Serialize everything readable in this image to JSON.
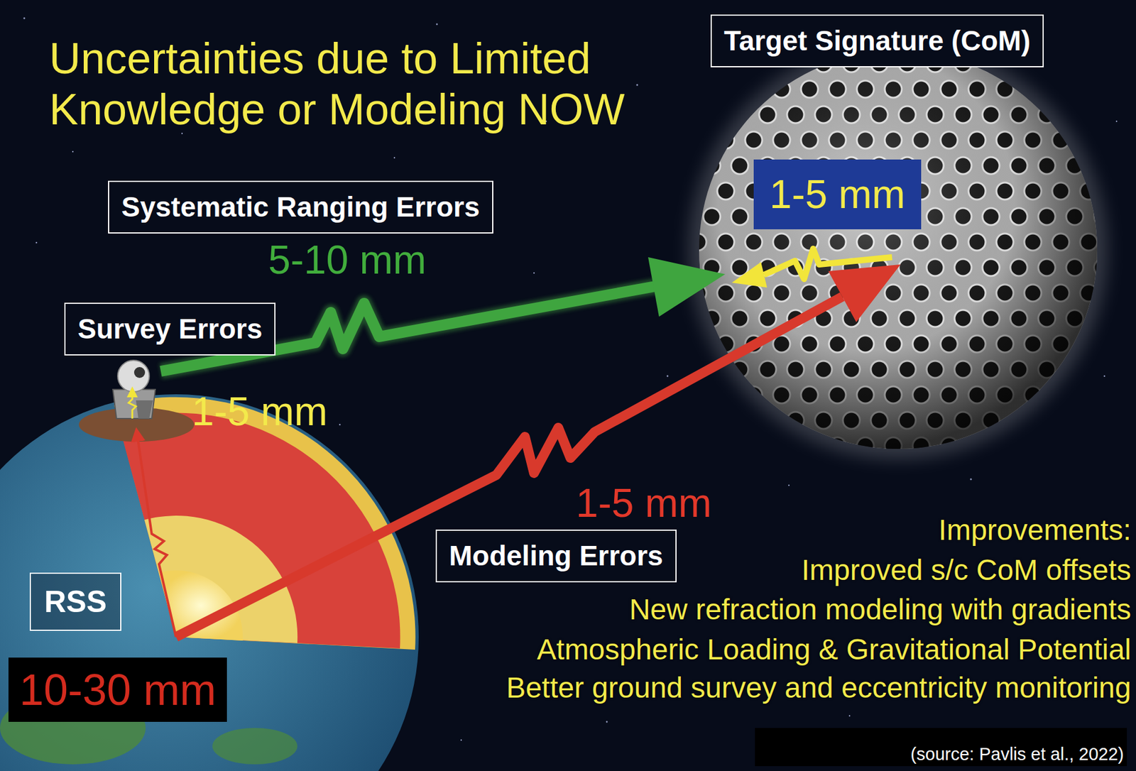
{
  "diagram": {
    "title": "Uncertainties due to Limited Knowledge or Modeling NOW",
    "nodes": [
      {
        "text": [
          "Target Signature (CoM)"
        ]
      },
      {
        "text": [
          "1-5 mm"
        ]
      },
      {
        "text": [
          "Systematic Ranging Errors"
        ]
      },
      {
        "text": [
          "Survey Errors"
        ]
      },
      {
        "text": [
          "Modeling Errors"
        ]
      },
      {
        "text": [
          "RSS"
        ]
      },
      {
        "text": [
          "10-30 mm"
        ]
      }
    ],
    "labels": [
      "5-10 mm",
      "1-5 mm",
      "1-5 mm",
      "Improvements:",
      "Improved s/c CoM offsets",
      "New refraction modeling with gradients",
      "Atmospheric Loading & Gravitational Potential",
      "Better ground survey and eccentricity monitoring",
      "(source: Pavlis et al., 2022)"
    ]
  }
}
